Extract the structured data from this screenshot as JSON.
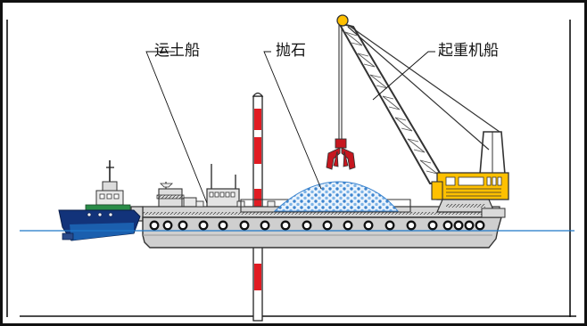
{
  "labels": {
    "barge": "运土船",
    "rock": "抛石",
    "crane_ship": "起重机船"
  },
  "colors": {
    "water": "#1f78c8",
    "hull": "#cfcfcf",
    "tug_hull": "#12337a",
    "tug_bottom": "#1b5fae",
    "rock_pile": "#7fb6e6",
    "crane_cab": "#ffc000",
    "pole_red": "#e11b22",
    "frame": "#111111"
  },
  "icons": [
    "tugboat-icon",
    "barge-icon",
    "rock-pile-icon",
    "crane-icon",
    "grab-bucket-icon",
    "measuring-pole-icon"
  ]
}
